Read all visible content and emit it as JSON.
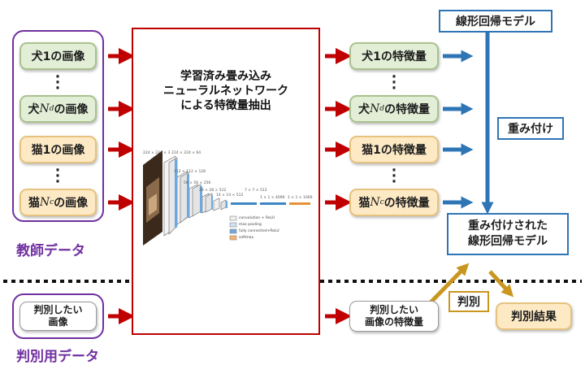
{
  "training": {
    "label": "教師データ",
    "dog_first": "犬1の画像",
    "dog_last_prefix": "犬",
    "dog_last_var": "N",
    "dog_last_sub": "d",
    "dog_last_suffix": "の画像",
    "cat_first": "猫1の画像",
    "cat_last_prefix": "猫",
    "cat_last_var": "N",
    "cat_last_sub": "c",
    "cat_last_suffix": "の画像"
  },
  "extractor": {
    "title_line1": "学習済み畳み込み",
    "title_line2": "ニューラルネットワーク",
    "title_line3": "による特徴量抽出",
    "dims": [
      "224 × 224 × 3",
      "224 × 224 × 64",
      "112 × 112 × 128",
      "56 × 56 × 256",
      "28 × 28 × 512",
      "14 × 14 × 512",
      "7 × 7 × 512",
      "1 × 1 × 4096",
      "1 × 1 × 1000"
    ],
    "legend": [
      "convolution + ReLU",
      "max pooling",
      "fully connected+ReLU",
      "softmax"
    ]
  },
  "features": {
    "dog_first": "犬1の特徴量",
    "dog_last_prefix": "犬",
    "dog_last_suffix": "の特徴量",
    "cat_first": "猫1の特徴量",
    "cat_last_prefix": "猫",
    "cat_last_suffix": "の特徴量",
    "test": "判別したい画像の特徴量"
  },
  "model": {
    "linear": "線形回帰モデル",
    "weighting": "重み付け",
    "weighted_line1": "重み付けされた",
    "weighted_line2": "線形回帰モデル"
  },
  "test": {
    "label": "判別用データ",
    "input_line1": "判別したい",
    "input_line2": "画像",
    "classify": "判別",
    "result": "判別結果"
  },
  "colors": {
    "purple": "#7030a0",
    "red": "#c00000",
    "blue": "#2e75b6",
    "gold": "#c9961f",
    "green_fill": "#e2eed6",
    "orange_fill": "#fde9c4"
  }
}
